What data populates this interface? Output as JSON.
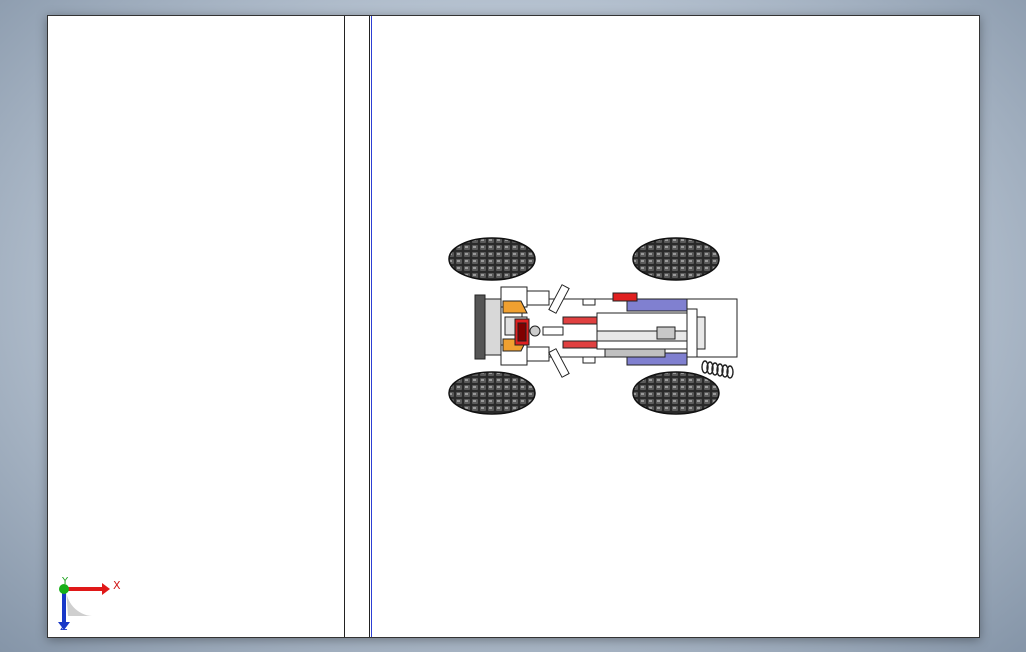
{
  "graphics_area": {
    "background": "#ffffff",
    "model_name": "",
    "colors": {
      "tire": "#1a1a1a",
      "accent_red": "#e02020",
      "accent_orange": "#f09020",
      "accent_lavender": "#8a8ad8",
      "frame": "#ffffff"
    }
  },
  "triad": {
    "x_label": "X",
    "y_label": "Y",
    "z_label": "Z",
    "x_color": "#e01818",
    "y_color": "#18b018",
    "z_color": "#1838c8"
  }
}
